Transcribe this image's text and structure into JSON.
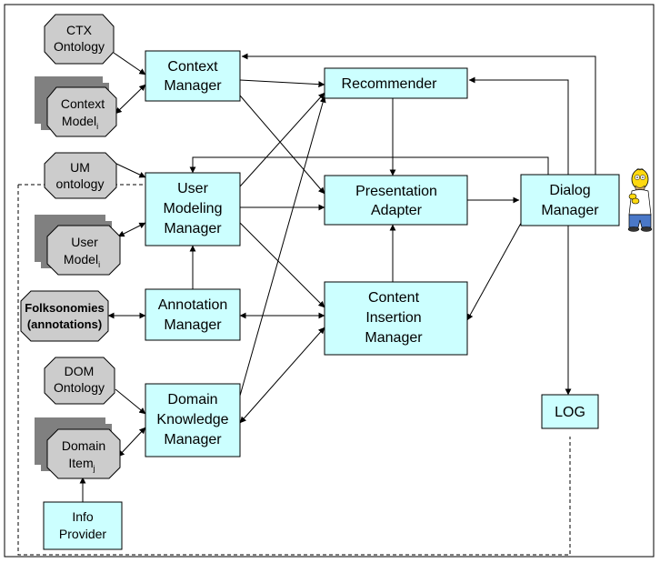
{
  "nodes": {
    "context_manager": [
      "Context",
      "Manager"
    ],
    "recommender": [
      "Recommender"
    ],
    "user_modeling_manager": [
      "User",
      "Modeling",
      "Manager"
    ],
    "presentation_adapter": [
      "Presentation",
      "Adapter"
    ],
    "dialog_manager": [
      "Dialog",
      "Manager"
    ],
    "annotation_manager": [
      "Annotation",
      "Manager"
    ],
    "content_insertion_manager": [
      "Content",
      "Insertion",
      "Manager"
    ],
    "domain_knowledge_manager": [
      "Domain",
      "Knowledge",
      "Manager"
    ],
    "log": [
      "LOG"
    ],
    "info_provider": [
      "Info",
      "Provider"
    ]
  },
  "stores": {
    "ctx_ontology": [
      "CTX",
      "Ontology"
    ],
    "context_model": {
      "lines": [
        "Context",
        "Model"
      ],
      "sub": "i"
    },
    "um_ontology": [
      "UM",
      "ontology"
    ],
    "user_model": {
      "lines": [
        "User",
        "Model"
      ],
      "sub": "i"
    },
    "folksonomies": [
      "Folksonomies",
      "(annotations)"
    ],
    "dom_ontology": [
      "DOM",
      "Ontology"
    ],
    "domain_item": {
      "lines": [
        "Domain",
        "Item"
      ],
      "sub": "j"
    }
  },
  "colors": {
    "component_fill": "#ccffff",
    "store_fill": "#cccccc",
    "shadow": "#808080",
    "stroke": "#000000"
  },
  "icons": [
    "homer-figure-icon"
  ]
}
